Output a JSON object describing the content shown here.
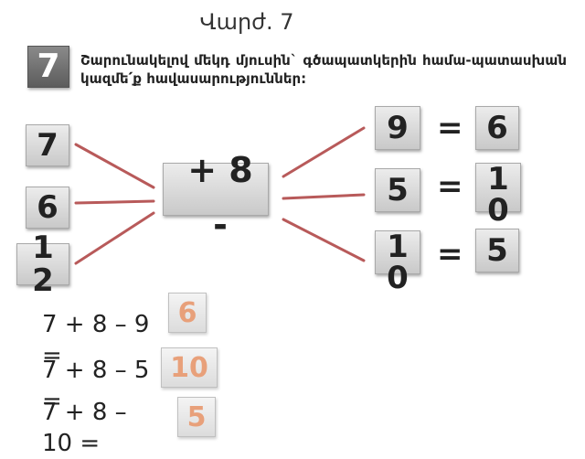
{
  "slide": {
    "title": "Վարժ. 7",
    "badge": "7",
    "instruction": "Շարունակելով մեկդ մյուսին` գծապատկերին համա-պատասխան կազմե՛ք հավասարություններ:"
  },
  "diagram": {
    "left_numbers": [
      "7",
      "6",
      "12"
    ],
    "operation": "+ 8 -",
    "right_rows": [
      {
        "input": "9",
        "equals": "=",
        "result": "6"
      },
      {
        "input": "5",
        "equals": "=",
        "result": "10"
      },
      {
        "input": "10",
        "equals": "=",
        "result": "5"
      }
    ],
    "line_color": "#b85a5a"
  },
  "answers": [
    {
      "expression": "7 + 8 – 9 =",
      "value": "6"
    },
    {
      "expression": "7 + 8 – 5 =",
      "value": "10"
    },
    {
      "expression": "7 + 8 – 10 =",
      "value": "5"
    }
  ]
}
